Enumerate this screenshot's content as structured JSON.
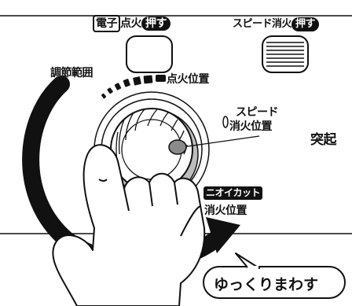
{
  "ignition_button": {
    "prefix_boxed": "電子",
    "label": "点火",
    "push_badge": "押す"
  },
  "speed_off_button": {
    "label": "スピード消火",
    "push_badge": "押す"
  },
  "adjust_range_label": "調節範囲",
  "ignition_position_label": "点火位置",
  "speed_off_position_label_line1": "スピード",
  "speed_off_position_label_line2": "消火位置",
  "protrusion_label": "突起",
  "odor_cut_badge": "ニオイカット",
  "odor_cut_position_label": "消火位置",
  "turn_slowly_label": "ゆっくりまわす",
  "colors": {
    "ink": "#111111",
    "paper": "#ffffff",
    "knob_shadow": "#bdbdbd",
    "protrusion": "#8a8a8a"
  },
  "icons": [
    "rotation-arrow-icon",
    "hand-icon",
    "speech-bubble-icon"
  ]
}
